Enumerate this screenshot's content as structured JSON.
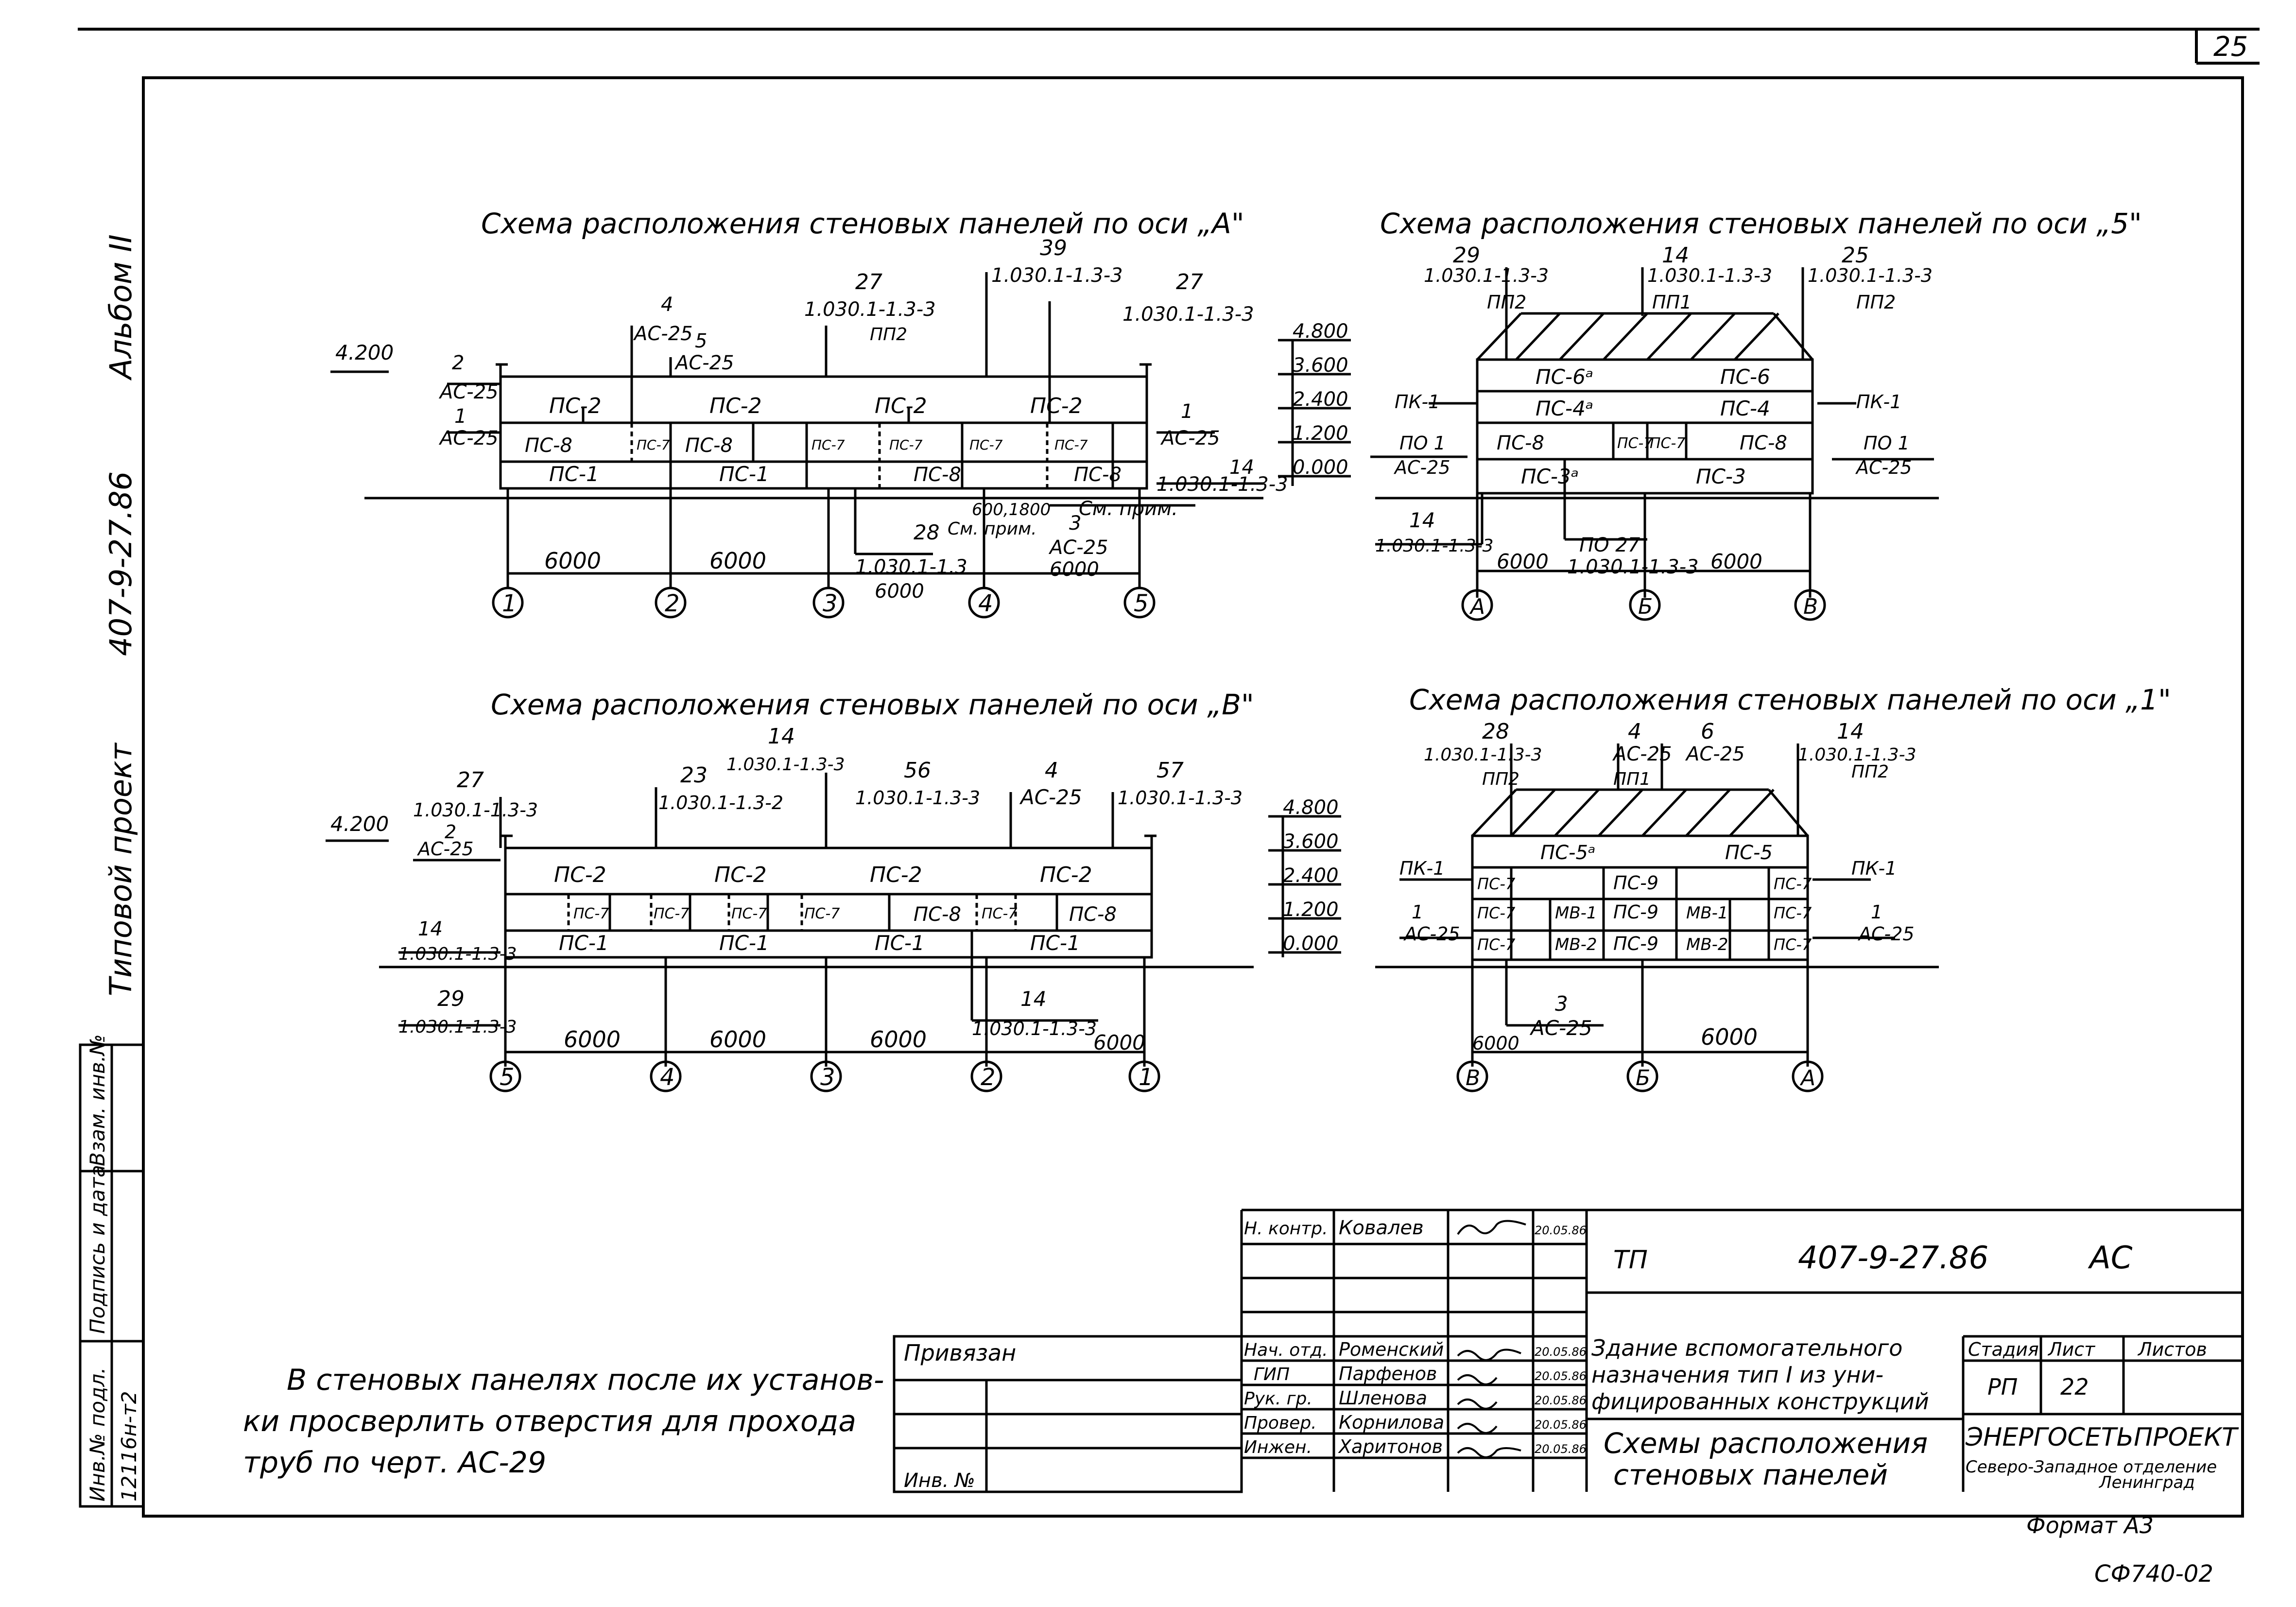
{
  "page_number": "25",
  "side_stamp": {
    "album": "Альбом II",
    "code": "407-9-27.86",
    "project": "Типовой проект",
    "labels": [
      "Инв.№ подл.",
      "Подпись и дата",
      "Взам. инв.№"
    ],
    "inv_value": "12116н-т2"
  },
  "schemes": {
    "axisA": {
      "title": "Схема расположения стеновых панелей по оси „А\"",
      "axes": [
        "1",
        "2",
        "3",
        "4",
        "5"
      ],
      "spans": [
        "6000",
        "6000",
        "6000"
      ],
      "span_extra": "6000",
      "levels": [
        "4.800",
        "3.600",
        "2.400",
        "1.200",
        "0.000"
      ],
      "left_level": "4.200",
      "callouts": [
        {
          "num": "2",
          "ref": "АС-25"
        },
        {
          "num": "1",
          "ref": "АС-25"
        },
        {
          "num": "4",
          "ref": "АС-25"
        },
        {
          "num": "5",
          "ref": "АС-25"
        },
        {
          "num": "27",
          "ref": "1.030.1-1.3-3"
        },
        {
          "num": "39",
          "ref": "1.030.1-1.3-3"
        },
        {
          "num": "27",
          "ref": "1.030.1-1.3-3"
        },
        {
          "num": "1",
          "ref": "АС-25"
        },
        {
          "num": "14",
          "ref": "1.030.1-1.3-3"
        },
        {
          "num": "28",
          "ref": "1.030.1-1.3"
        },
        {
          "num": "3",
          "ref": "АС-25"
        }
      ],
      "notes": [
        "ПП2",
        "600,1800",
        "См. прим.",
        "См. прим."
      ],
      "panels_top": [
        "ПС-2",
        "ПС-2",
        "ПС-2",
        "ПС-2"
      ],
      "panels_mid": [
        "ПС-8",
        "ПС-7",
        "ПС-8",
        "ПС-7",
        "ПС-7",
        "ПС-7",
        "ПС-7"
      ],
      "panels_bottom": [
        "ПС-1",
        "ПС-1",
        "ПС-8",
        "ПС-8"
      ]
    },
    "axis5": {
      "title": "Схема расположения стеновых панелей по оси „5\"",
      "axes": [
        "А",
        "Б",
        "В"
      ],
      "spans": [
        "6000",
        "6000"
      ],
      "callouts": [
        {
          "num": "29",
          "ref": "1.030.1-1.3-3",
          "plate": "ПП2"
        },
        {
          "num": "14",
          "ref": "1.030.1-1.3-3",
          "plate": "ПП1"
        },
        {
          "num": "25",
          "ref": "1.030.1-1.3-3",
          "plate": "ПП2"
        },
        {
          "num": "14",
          "ref": "1.030.1-1.3-3"
        },
        {
          "num": "ПО 27",
          "ref": "1.030.1-1.3-3"
        }
      ],
      "side_left": [
        "ПК-1",
        "ПО 1",
        "АС-25"
      ],
      "side_right": [
        "ПК-1",
        "ПО 1",
        "АС-25"
      ],
      "panels": [
        "ПС-6ᵃ",
        "ПС-6",
        "ПС-4ᵃ",
        "ПС-4",
        "ПС-8",
        "ПС-7",
        "ПС-7",
        "ПС-8",
        "ПС-3ᵃ",
        "ПС-3"
      ]
    },
    "axisB": {
      "title": "Схема расположения стеновых панелей по оси „В\"",
      "axes": [
        "5",
        "4",
        "3",
        "2",
        "1"
      ],
      "spans": [
        "6000",
        "6000",
        "6000",
        "6000"
      ],
      "levels": [
        "4.800",
        "3.600",
        "2.400",
        "1.200",
        "0.000"
      ],
      "left_level": "4.200",
      "callouts": [
        {
          "num": "27",
          "ref": "1.030.1-1.3-3"
        },
        {
          "num": "2",
          "ref": "АС-25"
        },
        {
          "num": "23",
          "ref": "1.030.1-1.3-2"
        },
        {
          "num": "14",
          "ref": "1.030.1-1.3-3"
        },
        {
          "num": "56",
          "ref": "1.030.1-1.3-3"
        },
        {
          "num": "4",
          "ref": "АС-25"
        },
        {
          "num": "57",
          "ref": "1.030.1-1.3-3"
        },
        {
          "num": "14",
          "ref": "1.030.1-1.3-3"
        },
        {
          "num": "29",
          "ref": "1.030.1-1.3-3"
        },
        {
          "num": "14",
          "ref": "1.030.1-1.3-3"
        }
      ],
      "panels_top": [
        "ПС-2",
        "ПС-2",
        "ПС-2",
        "ПС-2"
      ],
      "panels_mid": [
        "ПС-7",
        "ПС-7",
        "ПС-7",
        "ПС-7",
        "ПС-8",
        "ПС-7",
        "ПС-8"
      ],
      "panels_bottom": [
        "ПС-1",
        "ПС-1",
        "ПС-1",
        "ПС-1"
      ]
    },
    "axis1": {
      "title": "Схема расположения стеновых панелей по оси „1\"",
      "axes": [
        "В",
        "Б",
        "А"
      ],
      "spans": [
        "6000",
        "6000"
      ],
      "callouts": [
        {
          "num": "28",
          "ref": "1.030.1-1.3-3",
          "plate": "ПП2"
        },
        {
          "num": "4",
          "ref": "АС-25",
          "plate": "ПП1"
        },
        {
          "num": "6",
          "ref": "АС-25"
        },
        {
          "num": "14",
          "ref": "1.030.1-1.3-3",
          "plate": "ПП2"
        },
        {
          "num": "3",
          "ref": "АС-25"
        }
      ],
      "side_left": [
        "ПК-1",
        "1",
        "АС-25"
      ],
      "side_right": [
        "ПК-1",
        "1",
        "АС-25"
      ],
      "panels": [
        "ПС-5ᵃ",
        "ПС-5",
        "ПС-7",
        "ПС-9",
        "ПС-7",
        "ПС-7",
        "МВ-1",
        "ПС-9",
        "МВ-1",
        "ПС-7",
        "ПС-7",
        "МВ-2",
        "ПС-9",
        "МВ-2",
        "ПС-7"
      ]
    }
  },
  "note": [
    "В стеновых панелях после их установ-",
    "ки просверлить отверстия для прохода",
    "труб по черт. АС-29"
  ],
  "title_block": {
    "tp": "ТП",
    "doc_code": "407-9-27.86",
    "mark": "АС",
    "privyazan": "Привязан",
    "inv": "Инв. №",
    "roles": [
      {
        "role": "Н. контр.",
        "name": "Ковалев",
        "date": "20.05.86"
      },
      {
        "role": "Нач. отд.",
        "name": "Роменский",
        "date": "20.05.86"
      },
      {
        "role": "ГИП",
        "name": "Парфенов",
        "date": "20.05.86"
      },
      {
        "role": "Рук. гр.",
        "name": "Шленова",
        "date": "20.05.86"
      },
      {
        "role": "Провер.",
        "name": "Корнилова",
        "date": "20.05.86"
      },
      {
        "role": "Инжен.",
        "name": "Харитонов",
        "date": "20.05.86"
      }
    ],
    "building": [
      "Здание вспомогательного",
      "назначения тип I из уни-",
      "фицированных конструкций"
    ],
    "drawing_title": [
      "Схемы расположения",
      "стеновых панелей"
    ],
    "stage_label": "Стадия",
    "sheet_label": "Лист",
    "sheets_label": "Листов",
    "stage": "РП",
    "sheet": "22",
    "org": "ЭНЕРГОСЕТЬПРОЕКТ",
    "org_sub": [
      "Северо-Западное отделение",
      "Ленинград"
    ],
    "format": "Формат А3",
    "form_code": "СФ740-02"
  },
  "colors": {
    "ink": "#000000",
    "paper": "#ffffff"
  }
}
